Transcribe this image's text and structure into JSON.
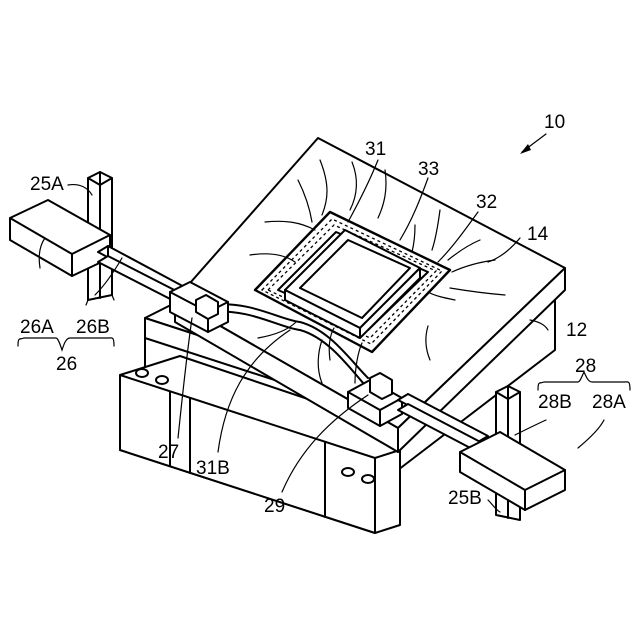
{
  "labels": {
    "ref_10": "10",
    "ref_31": "31",
    "ref_33": "33",
    "ref_32": "32",
    "ref_14": "14",
    "ref_12": "12",
    "ref_25A": "25A",
    "ref_26A": "26A",
    "ref_26B": "26B",
    "ref_26": "26",
    "ref_27": "27",
    "ref_31B": "31B",
    "ref_29": "29",
    "ref_28": "28",
    "ref_28B": "28B",
    "ref_28A": "28A",
    "ref_25B": "25B"
  }
}
